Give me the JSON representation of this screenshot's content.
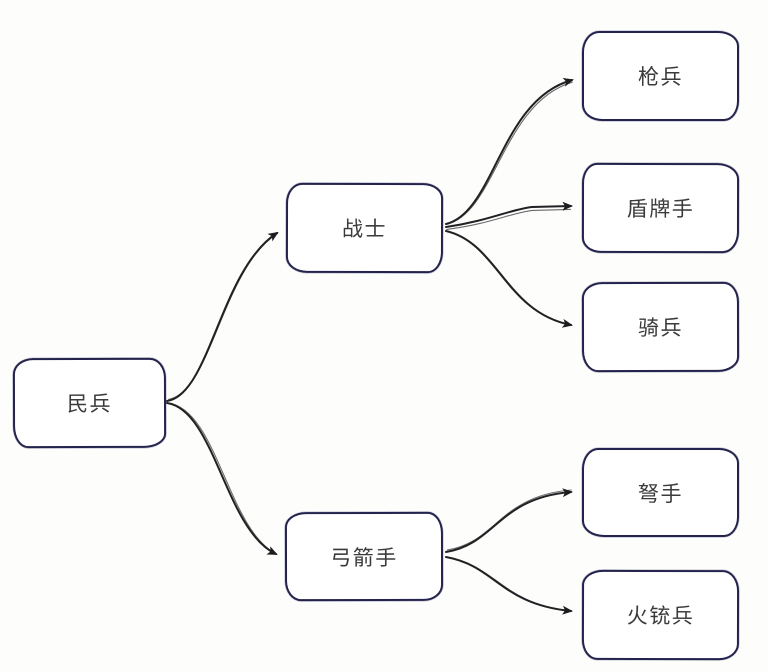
{
  "diagram": {
    "type": "tree-flowchart",
    "style": "hand-drawn",
    "colors": {
      "background": "#fdfdfc",
      "node_border": "#23234e",
      "node_fill": "#ffffff",
      "edge_stroke": "#212124",
      "text": "#3b3b3d"
    },
    "nodes": [
      {
        "id": "minbing",
        "label": "民兵",
        "level": 0
      },
      {
        "id": "zhanshi",
        "label": "战士",
        "level": 1
      },
      {
        "id": "gongjianshou",
        "label": "弓箭手",
        "level": 1
      },
      {
        "id": "qiangbing",
        "label": "枪兵",
        "level": 2
      },
      {
        "id": "dunpaishou",
        "label": "盾牌手",
        "level": 2
      },
      {
        "id": "qibing",
        "label": "骑兵",
        "level": 2
      },
      {
        "id": "nushou",
        "label": "弩手",
        "level": 2
      },
      {
        "id": "huochongbing",
        "label": "火铳兵",
        "level": 2
      }
    ],
    "edges": [
      {
        "from": "民兵",
        "to": "战士"
      },
      {
        "from": "民兵",
        "to": "弓箭手"
      },
      {
        "from": "战士",
        "to": "枪兵"
      },
      {
        "from": "战士",
        "to": "盾牌手"
      },
      {
        "from": "战士",
        "to": "骑兵"
      },
      {
        "from": "弓箭手",
        "to": "弩手"
      },
      {
        "from": "弓箭手",
        "to": "火铳兵"
      }
    ]
  }
}
